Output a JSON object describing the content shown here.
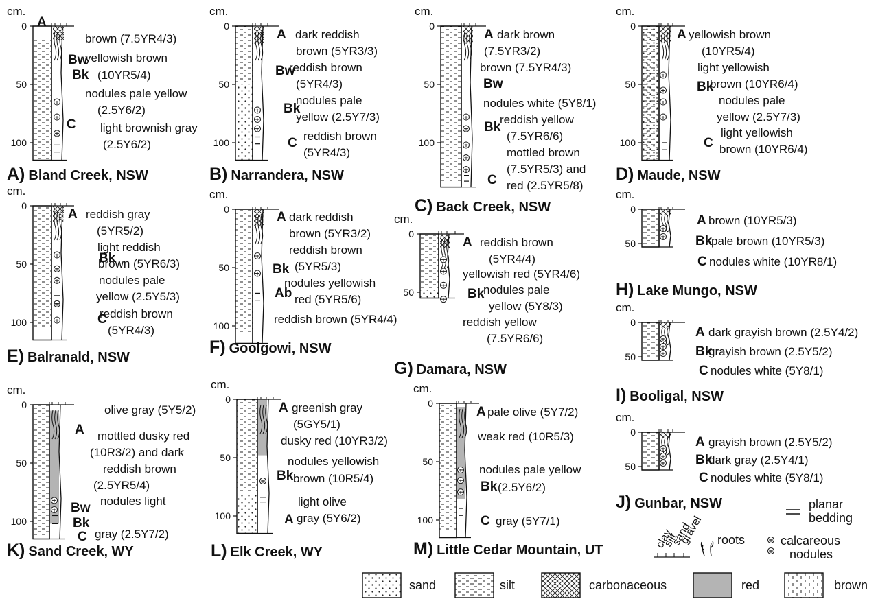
{
  "depth_unit": "cm.",
  "profiles": [
    {
      "letter": "A)",
      "title": "Bland Creek, NSW",
      "ticks": [
        "0",
        "50",
        "100"
      ],
      "horizons": [
        {
          "code": "A",
          "desc": [
            "brown (7.5YR4/3)"
          ]
        },
        {
          "code": "Bw",
          "desc": [
            "yellowish brown",
            "(10YR5/4)"
          ]
        },
        {
          "code": "Bk",
          "desc": [
            "nodules pale yellow",
            "(2.5Y6/2)"
          ]
        },
        {
          "code": "C",
          "desc": [
            "light brownish gray",
            "(2.5Y6/2)"
          ]
        }
      ]
    },
    {
      "letter": "B)",
      "title": "Narrandera, NSW",
      "ticks": [
        "0",
        "50",
        "100"
      ],
      "horizons": [
        {
          "code": "A",
          "desc": [
            "dark reddish",
            "brown (5YR3/3)"
          ]
        },
        {
          "code": "Bw",
          "desc": [
            "reddish brown",
            "(5YR4/3)"
          ]
        },
        {
          "code": "Bk",
          "desc": [
            "nodules pale",
            "yellow (2.5Y7/3)"
          ]
        },
        {
          "code": "C",
          "desc": [
            "reddish brown",
            "(5YR4/3)"
          ]
        }
      ]
    },
    {
      "letter": "C)",
      "title": "Back Creek, NSW",
      "ticks": [
        "0",
        "50",
        "100"
      ],
      "horizons": [
        {
          "code": "A",
          "desc": [
            "dark brown",
            "(7.5YR3/2)"
          ]
        },
        {
          "code": "Bw",
          "desc": [
            "brown (7.5YR4/3)"
          ]
        },
        {
          "code": "Bk",
          "desc": [
            "nodules white (5Y8/1)",
            "reddish yellow",
            "(7.5YR6/6)"
          ]
        },
        {
          "code": "C",
          "desc": [
            "mottled brown",
            "(7.5YR5/3) and",
            "red (2.5YR5/8)"
          ]
        }
      ]
    },
    {
      "letter": "D)",
      "title": "Maude, NSW",
      "ticks": [
        "0",
        "50",
        "100"
      ],
      "horizons": [
        {
          "code": "A",
          "desc": [
            "yellowish brown",
            "(10YR5/4)"
          ]
        },
        {
          "code": "Bk",
          "desc": [
            "light yellowish",
            "brown (10YR6/4)",
            "nodules pale",
            "yellow (2.5Y7/3)"
          ]
        },
        {
          "code": "C",
          "desc": [
            "light yellowish",
            "brown (10YR6/4)"
          ]
        }
      ]
    },
    {
      "letter": "E)",
      "title": "Balranald, NSW",
      "ticks": [
        "0",
        "50",
        "100"
      ],
      "horizons": [
        {
          "code": "A",
          "desc": [
            "reddish gray",
            "(5YR5/2)"
          ]
        },
        {
          "code": "Bk",
          "desc": [
            "light reddish",
            "brown (5YR6/3)",
            "nodules pale",
            "yellow (2.5Y5/3)"
          ]
        },
        {
          "code": "C",
          "desc": [
            "reddish brown",
            "(5YR4/3)"
          ]
        }
      ]
    },
    {
      "letter": "F)",
      "title": "Goolgowi, NSW",
      "ticks": [
        "0",
        "50",
        "100"
      ],
      "horizons": [
        {
          "code": "A",
          "desc": [
            "dark reddish",
            "brown (5YR3/2)"
          ]
        },
        {
          "code": "Bk",
          "desc": [
            "reddish brown",
            "(5YR5/3)",
            "nodules yellowish"
          ]
        },
        {
          "code": "Ab",
          "desc": [
            "red (5YR5/6)",
            "reddish brown (5YR4/4)"
          ]
        }
      ]
    },
    {
      "letter": "G)",
      "title": "Damara, NSW",
      "ticks": [
        "0",
        "50"
      ],
      "horizons": [
        {
          "code": "A",
          "desc": [
            "reddish brown",
            "(5YR4/4)",
            "yellowish red (5YR4/6)"
          ]
        },
        {
          "code": "Bk",
          "desc": [
            "nodules pale",
            "yellow (5Y8/3)",
            "reddish yellow",
            "(7.5YR6/6)"
          ]
        }
      ]
    },
    {
      "letter": "H)",
      "title": "Lake Mungo, NSW",
      "ticks": [
        "0",
        "50"
      ],
      "horizons": [
        {
          "code": "A",
          "desc": [
            "brown (10YR5/3)"
          ]
        },
        {
          "code": "Bk",
          "desc": [
            "pale brown (10YR5/3)"
          ]
        },
        {
          "code": "C",
          "desc": [
            "nodules white (10YR8/1)"
          ]
        }
      ]
    },
    {
      "letter": "I)",
      "title": "Booligal, NSW",
      "ticks": [
        "0",
        "50"
      ],
      "horizons": [
        {
          "code": "A",
          "desc": [
            "dark grayish brown (2.5Y4/2)"
          ]
        },
        {
          "code": "Bk",
          "desc": [
            "grayish brown (2.5Y5/2)"
          ]
        },
        {
          "code": "C",
          "desc": [
            "nodules white (5Y8/1)"
          ]
        }
      ]
    },
    {
      "letter": "J)",
      "title": "Gunbar, NSW",
      "ticks": [
        "0",
        "50"
      ],
      "horizons": [
        {
          "code": "A",
          "desc": [
            "grayish brown (2.5Y5/2)"
          ]
        },
        {
          "code": "Bk",
          "desc": [
            "dark gray (2.5Y4/1)"
          ]
        },
        {
          "code": "C",
          "desc": [
            "nodules white (5Y8/1)"
          ]
        }
      ]
    },
    {
      "letter": "K)",
      "title": "Sand Creek, WY",
      "ticks": [
        "0",
        "50",
        "100"
      ],
      "horizons": [
        {
          "code": "A",
          "desc": [
            "olive gray (5Y5/2)"
          ]
        },
        {
          "code": "Bw",
          "desc": [
            "mottled dusky red",
            "(10R3/2) and dark",
            "reddish brown",
            "(2.5YR5/4)"
          ]
        },
        {
          "code": "Bk",
          "desc": [
            "nodules light"
          ]
        },
        {
          "code": "C",
          "desc": [
            "gray (2.5Y7/2)"
          ]
        }
      ]
    },
    {
      "letter": "L)",
      "title": "Elk Creek, WY",
      "ticks": [
        "0",
        "50",
        "100"
      ],
      "horizons": [
        {
          "code": "A",
          "desc": [
            "greenish gray",
            "(5GY5/1)",
            "dusky red (10YR3/2)",
            "nodules yellowish"
          ]
        },
        {
          "code": "Bk",
          "desc": [
            "brown (10R5/4)"
          ]
        },
        {
          "code": "A",
          "desc": [
            "light olive",
            "gray (5Y6/2)"
          ]
        }
      ]
    },
    {
      "letter": "M)",
      "title": "Little Cedar Mountain, UT",
      "ticks": [
        "0",
        "50",
        "100"
      ],
      "horizons": [
        {
          "code": "A",
          "desc": [
            "pale olive (5Y7/2)",
            "weak red (10R5/3)",
            "nodules pale yellow"
          ]
        },
        {
          "code": "Bk",
          "desc": [
            "(2.5Y6/2)"
          ]
        },
        {
          "code": "C",
          "desc": [
            "gray (5Y7/1)"
          ]
        }
      ]
    }
  ],
  "grain_size_labels": [
    "clay",
    "silt",
    "sand",
    "gravel"
  ],
  "symbol_legend": {
    "planar_bedding": [
      "planar",
      "bedding"
    ],
    "roots": "roots",
    "calcareous_nodules": [
      "calcareous",
      "nodules"
    ]
  },
  "pattern_legend": [
    "sand",
    "silt",
    "carbonaceous",
    "red",
    "brown"
  ],
  "colors": {
    "red_fill": "#b4b4b4",
    "ink": "#111111"
  }
}
